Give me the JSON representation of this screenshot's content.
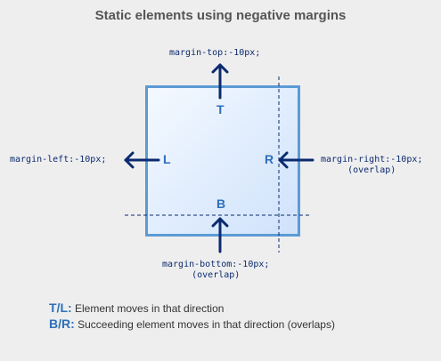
{
  "title": "Static elements using negative margins",
  "labels": {
    "top": "margin-top:-10px;",
    "left": "margin-left:-10px;",
    "right_line1": "margin-right:-10px;",
    "right_line2": "(overlap)",
    "bottom_line1": "margin-bottom:-10px;",
    "bottom_line2": "(overlap)"
  },
  "box_letters": {
    "top": "T",
    "left": "L",
    "right": "R",
    "bottom": "B"
  },
  "legend": [
    {
      "key": "T/L:",
      "text": "Element moves in that direction"
    },
    {
      "key": "B/R:",
      "text": "Succeeding element moves in that direction (overlaps)"
    }
  ],
  "colors": {
    "box_border": "#5b9bd5",
    "arrow": "#0b2a6f",
    "letter": "#2e6fb8"
  }
}
